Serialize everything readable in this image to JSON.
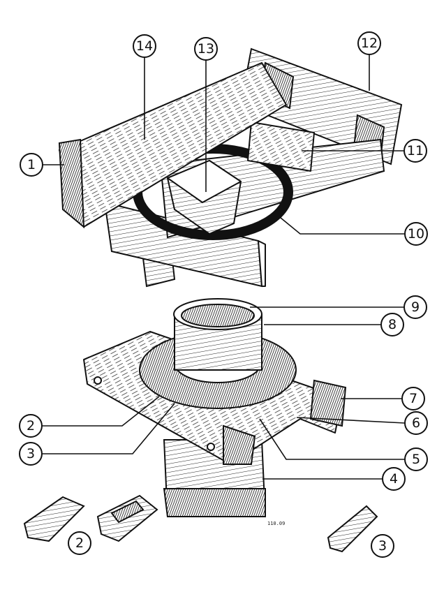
{
  "callouts": {
    "c14": "14",
    "c13": "13",
    "c12": "12",
    "c1": "1",
    "c11": "11",
    "c10": "10",
    "c9": "9",
    "c8": "8",
    "c7": "7",
    "c6": "6",
    "c2": "2",
    "c3": "3",
    "c5": "5",
    "c4": "4",
    "c2b": "2",
    "c3b": "3"
  },
  "signature": "110.09"
}
